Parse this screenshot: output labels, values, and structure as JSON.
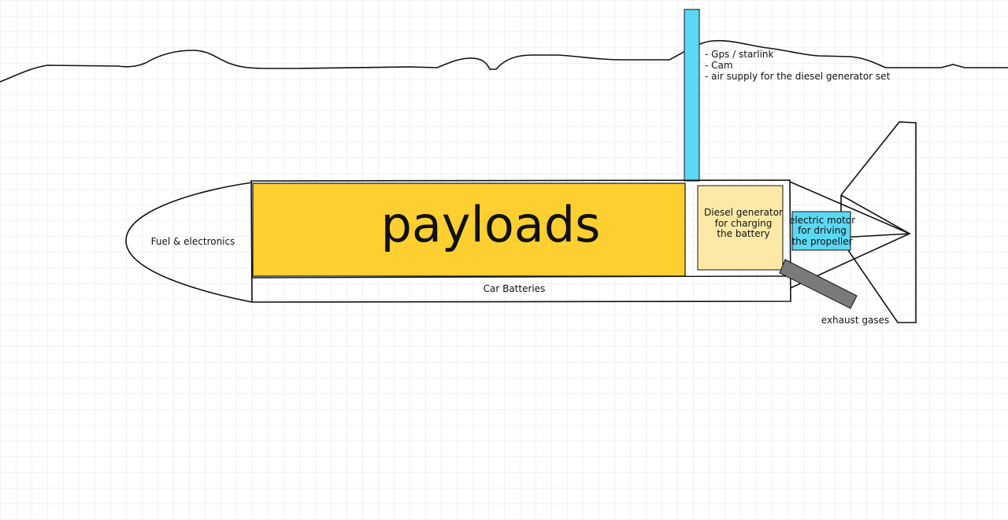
{
  "colors": {
    "payload_fill": "#fdcf30",
    "generator_fill": "#fde9a6",
    "motor_fill": "#5cd8f4",
    "mast_fill": "#5cd8f4",
    "exhaust_fill": "#7a7a7a",
    "stroke": "#111111"
  },
  "labels": {
    "mast_notes": [
      "- Gps / starlink",
      "- Cam",
      "- air supply for the diesel generator set"
    ],
    "payloads": "payloads",
    "fuel": "Fuel & electronics",
    "batteries": "Car Batteries",
    "generator": [
      "Diesel generator",
      "for charging",
      "the battery"
    ],
    "motor": [
      "electric motor",
      "for driving",
      "the propeller"
    ],
    "exhaust": "exhaust gases"
  }
}
